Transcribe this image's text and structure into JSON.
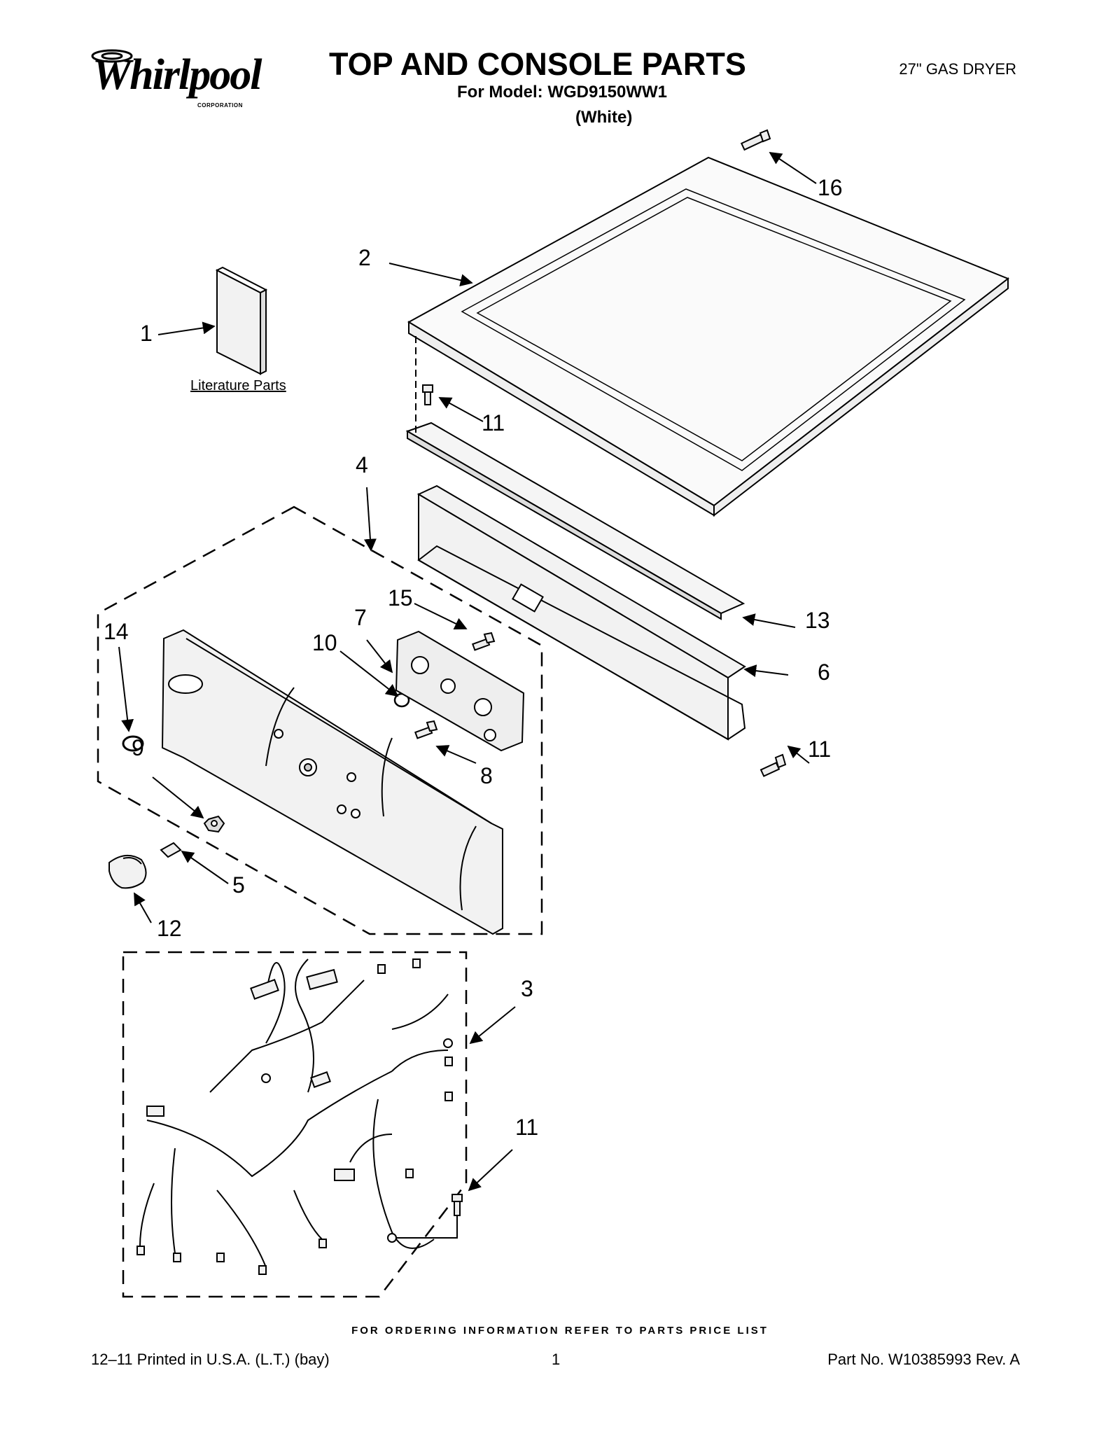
{
  "brand": {
    "name": "Whirlpool",
    "sub": "CORPORATION"
  },
  "header": {
    "title": "TOP AND CONSOLE PARTS",
    "model_line": "For Model: WGD9150WW1",
    "color_line": "(White)",
    "product": "27\" GAS DRYER"
  },
  "diagram": {
    "literature_label": "Literature Parts",
    "callouts": [
      "1",
      "2",
      "3",
      "4",
      "5",
      "6",
      "7",
      "8",
      "9",
      "10",
      "11",
      "12",
      "13",
      "14",
      "15",
      "16",
      "11",
      "11"
    ]
  },
  "footer": {
    "order_note": "FOR ORDERING INFORMATION REFER TO PARTS PRICE LIST",
    "printed": "12–11 Printed in U.S.A. (L.T.) (bay)",
    "page": "1",
    "part_no": "Part No. W10385993 Rev. A"
  },
  "colors": {
    "ink": "#000000",
    "paper": "#ffffff",
    "part_fill": "#f2f2f2"
  }
}
